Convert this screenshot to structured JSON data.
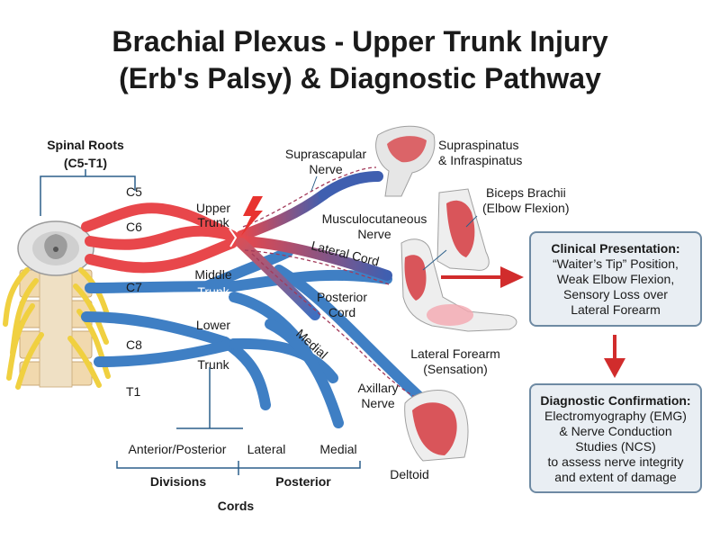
{
  "title": {
    "line1": "Brachial Plexus - Upper Trunk Injury",
    "line2": "(Erb's Palsy) & Diagnostic Pathway"
  },
  "roots": {
    "heading_line1": "Spinal Roots",
    "heading_line2": "(C5-T1)",
    "c5": "C5",
    "c6": "C6",
    "c7": "C7",
    "c8": "C8",
    "t1": "T1"
  },
  "trunks": {
    "upper_line1": "Upper",
    "upper_line2": "Trunk",
    "middle_line1": "Middle",
    "middle_line2": "Trunk",
    "lower_line1": "Lower",
    "lower_line2": "Trunk"
  },
  "nerves": {
    "suprascapular_line1": "Suprascapular",
    "suprascapular_line2": "Nerve",
    "musculocutaneous_line1": "Musculocutaneous",
    "musculocutaneous_line2": "Nerve",
    "lateral_cord": "Lateral Cord",
    "posterior_cord_line1": "Posterior",
    "posterior_cord_line2": "Cord",
    "medial": "Medial",
    "axillary_line1": "Axillary",
    "axillary_line2": "Nerve"
  },
  "muscles": {
    "supraspinatus_line1": "Supraspinatus",
    "supraspinatus_line2": "& Infraspinatus",
    "biceps_line1": "Biceps Brachii",
    "biceps_line2": "(Elbow Flexion)",
    "forearm_line1": "Lateral Forearm",
    "forearm_line2": "(Sensation)",
    "deltoid": "Deltoid"
  },
  "bottom": {
    "anterior_posterior": "Anterior/Posterior",
    "lateral": "Lateral",
    "medial": "Medial",
    "divisions": "Divisions",
    "posterior": "Posterior",
    "cords": "Cords"
  },
  "clinical": {
    "heading": "Clinical Presentation:",
    "line1": "“Waiter’s Tip” Position,",
    "line2": "Weak Elbow Flexion,",
    "line3": "Sensory Loss over",
    "line4": "Lateral Forearm"
  },
  "diagnostic": {
    "heading": "Diagnostic Confirmation:",
    "line1": "Electromyography (EMG)",
    "line2": "& Nerve Conduction",
    "line3": "Studies (NCS)",
    "line4": "to assess nerve integrity",
    "line5": "and extent of damage"
  },
  "colors": {
    "upper_trunk": "#e8474b",
    "lower_nerves": "#3f7fc4",
    "spinal_nerves": "#f0d040",
    "arrow": "#d12c2c",
    "box_border": "#6e8aa3",
    "box_fill": "#e9eef3"
  }
}
